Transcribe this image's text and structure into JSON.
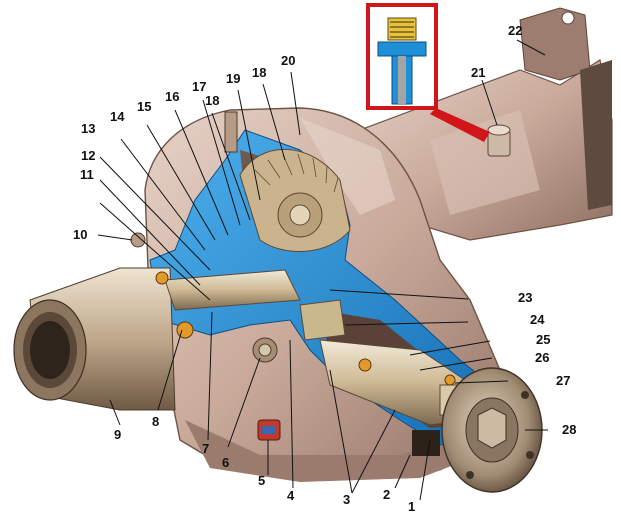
{
  "callouts": [
    {
      "id": "1",
      "text": "1"
    },
    {
      "id": "2",
      "text": "2"
    },
    {
      "id": "3",
      "text": "3"
    },
    {
      "id": "4",
      "text": "4"
    },
    {
      "id": "5",
      "text": "5"
    },
    {
      "id": "6",
      "text": "6"
    },
    {
      "id": "7",
      "text": "7"
    },
    {
      "id": "8",
      "text": "8"
    },
    {
      "id": "9",
      "text": "9"
    },
    {
      "id": "10",
      "text": "10"
    },
    {
      "id": "11",
      "text": "11"
    },
    {
      "id": "12",
      "text": "12"
    },
    {
      "id": "13",
      "text": "13"
    },
    {
      "id": "14",
      "text": "14"
    },
    {
      "id": "15",
      "text": "15"
    },
    {
      "id": "16",
      "text": "16"
    },
    {
      "id": "17",
      "text": "17"
    },
    {
      "id": "18a",
      "text": "18"
    },
    {
      "id": "19",
      "text": "19"
    },
    {
      "id": "18b",
      "text": "18"
    },
    {
      "id": "20",
      "text": "20"
    },
    {
      "id": "21",
      "text": "21"
    },
    {
      "id": "22",
      "text": "22"
    },
    {
      "id": "23",
      "text": "23"
    },
    {
      "id": "24",
      "text": "24"
    },
    {
      "id": "25",
      "text": "25"
    },
    {
      "id": "26",
      "text": "26"
    },
    {
      "id": "27",
      "text": "27"
    },
    {
      "id": "28",
      "text": "28"
    }
  ],
  "colors": {
    "housing": "#c9a99a",
    "housing_dark": "#8e6f62",
    "section_cut": "#1f8fd8",
    "shaft": "#d9c9a8",
    "inset_frame": "#d0151b",
    "spring": "#e8c23a",
    "seal": "#c0392b",
    "leader": "#111111"
  }
}
